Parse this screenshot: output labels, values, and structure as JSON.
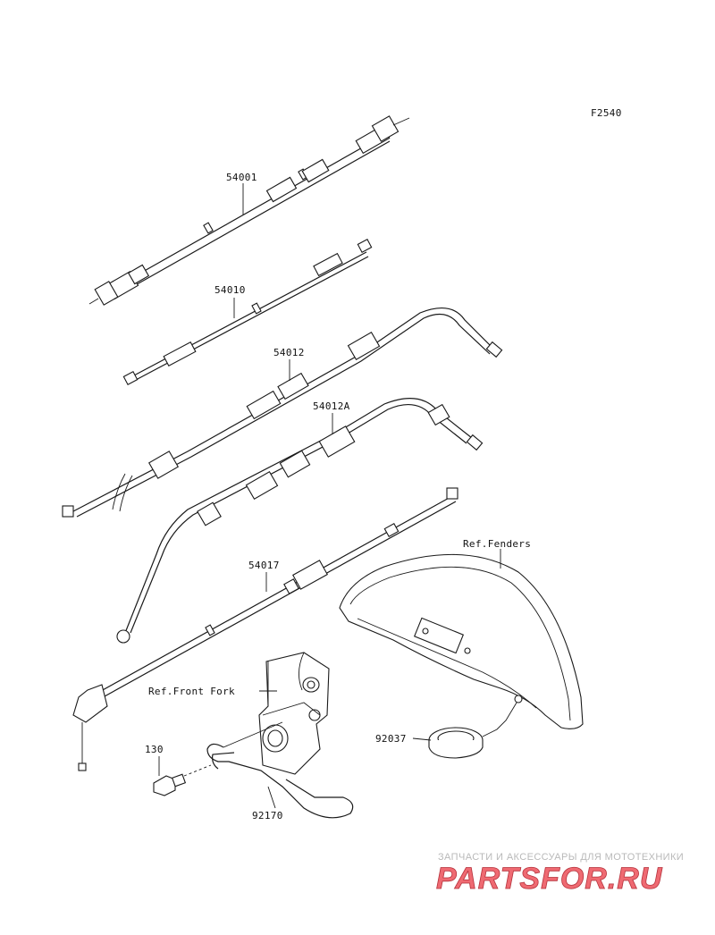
{
  "diagram": {
    "figure_id": "F2540",
    "labels": {
      "p54001": "54001",
      "p54010": "54010",
      "p54012": "54012",
      "p54012a": "54012A",
      "p54017": "54017",
      "ref_fenders": "Ref.Fenders",
      "ref_front_fork": "Ref.Front Fork",
      "p130": "130",
      "p92170": "92170",
      "p92037": "92037"
    }
  },
  "watermark": {
    "caption": "ЗАПЧАСТИ И АКСЕССУАРЫ ДЛЯ МОТОТЕХНИКИ",
    "logo": "PARTSFOR.RU",
    "color": "#e8505a"
  }
}
